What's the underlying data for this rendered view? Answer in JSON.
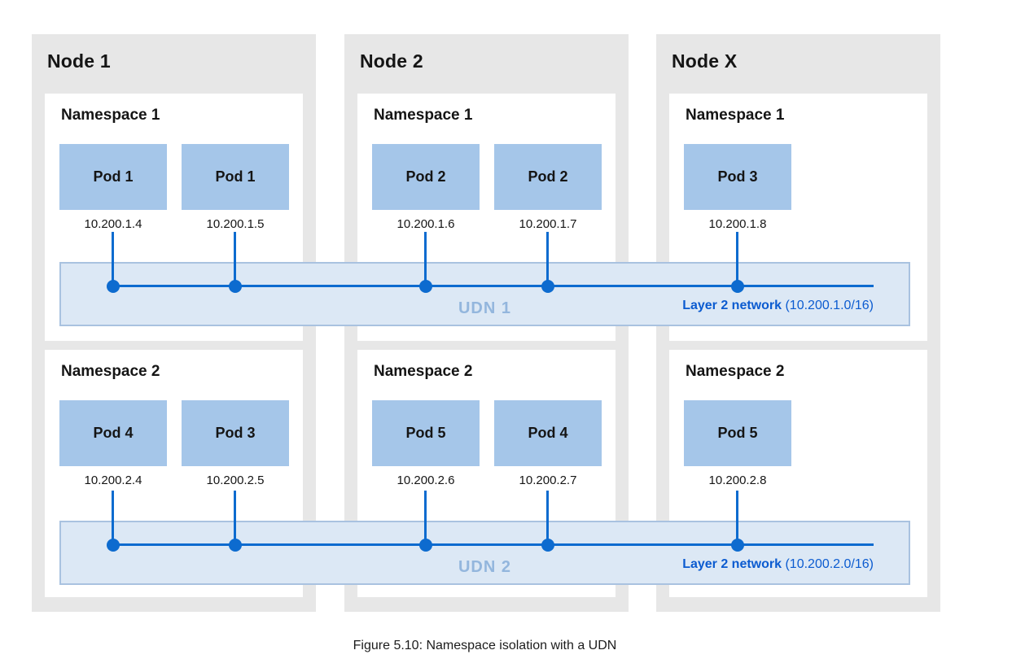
{
  "figure": {
    "caption": "Figure 5.10: Namespace isolation with a UDN"
  },
  "nodes": [
    {
      "title": "Node 1",
      "namespaces": [
        {
          "title": "Namespace 1",
          "pods": [
            {
              "name": "Pod 1",
              "ip": "10.200.1.4"
            },
            {
              "name": "Pod 1",
              "ip": "10.200.1.5"
            }
          ]
        },
        {
          "title": "Namespace 2",
          "pods": [
            {
              "name": "Pod 4",
              "ip": "10.200.2.4"
            },
            {
              "name": "Pod 3",
              "ip": "10.200.2.5"
            }
          ]
        }
      ]
    },
    {
      "title": "Node 2",
      "namespaces": [
        {
          "title": "Namespace 1",
          "pods": [
            {
              "name": "Pod 2",
              "ip": "10.200.1.6"
            },
            {
              "name": "Pod 2",
              "ip": "10.200.1.7"
            }
          ]
        },
        {
          "title": "Namespace 2",
          "pods": [
            {
              "name": "Pod 5",
              "ip": "10.200.2.6"
            },
            {
              "name": "Pod 4",
              "ip": "10.200.2.7"
            }
          ]
        }
      ]
    },
    {
      "title": "Node X",
      "namespaces": [
        {
          "title": "Namespace 1",
          "pods": [
            {
              "name": "Pod 3",
              "ip": "10.200.1.8"
            }
          ]
        },
        {
          "title": "Namespace 2",
          "pods": [
            {
              "name": "Pod 5",
              "ip": "10.200.2.8"
            }
          ]
        }
      ]
    }
  ],
  "networks": [
    {
      "name": "UDN 1",
      "type_label": "Layer 2 network",
      "cidr": "(10.200.1.0/16)"
    },
    {
      "name": "UDN 2",
      "type_label": "Layer 2 network",
      "cidr": "(10.200.2.0/16)"
    }
  ],
  "colors": {
    "node_background": "#e7e7e7",
    "pod_background": "#a5c6e9",
    "udn_band_fill": "#dce8f5",
    "udn_band_border": "#a9c2e0",
    "network_line": "#0d6bcf",
    "network_text": "#0b5bd0",
    "udn_watermark_text": "#93b6dd"
  }
}
